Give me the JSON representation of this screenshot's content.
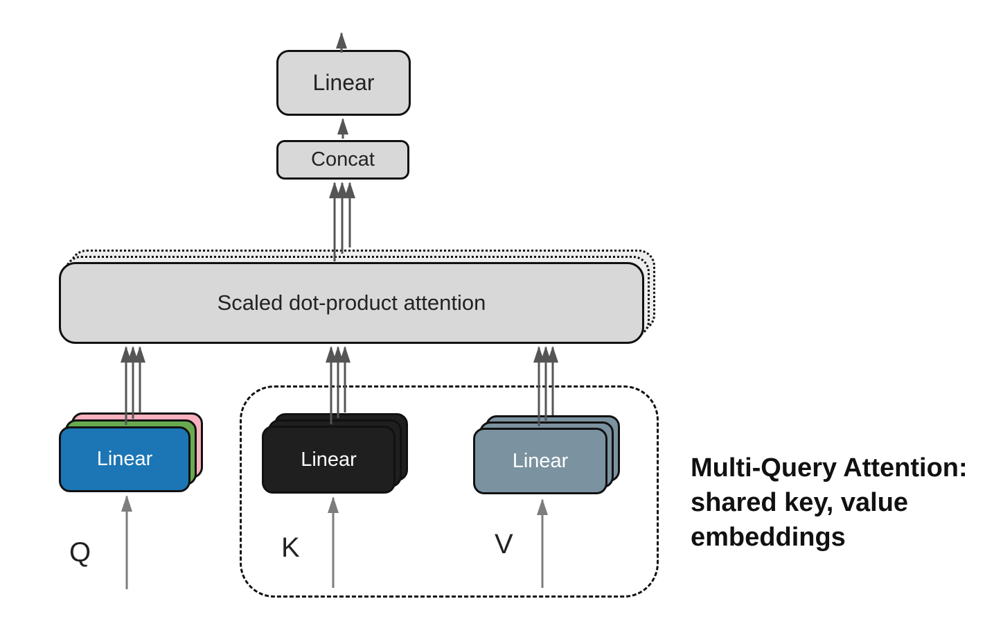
{
  "nodes": {
    "output_linear": {
      "label": "Linear"
    },
    "concat": {
      "label": "Concat"
    },
    "attention": {
      "label": "Scaled dot-product attention"
    },
    "q_linear": {
      "label": "Linear"
    },
    "k_linear": {
      "label": "Linear"
    },
    "v_linear": {
      "label": "Linear"
    }
  },
  "inputs": {
    "q": "Q",
    "k": "K",
    "v": "V"
  },
  "caption": {
    "line1": "Multi-Query Attention:",
    "line2": "shared key, value",
    "line3": "embeddings"
  },
  "colors": {
    "border": "#111111",
    "box_fill": "#d8d8d8",
    "box_fill_ghost": "#ededed",
    "q_front": "#1c76b5",
    "q_mid": "#69aa50",
    "q_back": "#f8b1bf",
    "kv_dark": "#1f1f1f",
    "kv_slate": "#7b92a0",
    "arrow_dark": "#555555",
    "arrow_light": "#7d7d7d",
    "text_dark": "#222222",
    "text_light": "#ffffff"
  }
}
